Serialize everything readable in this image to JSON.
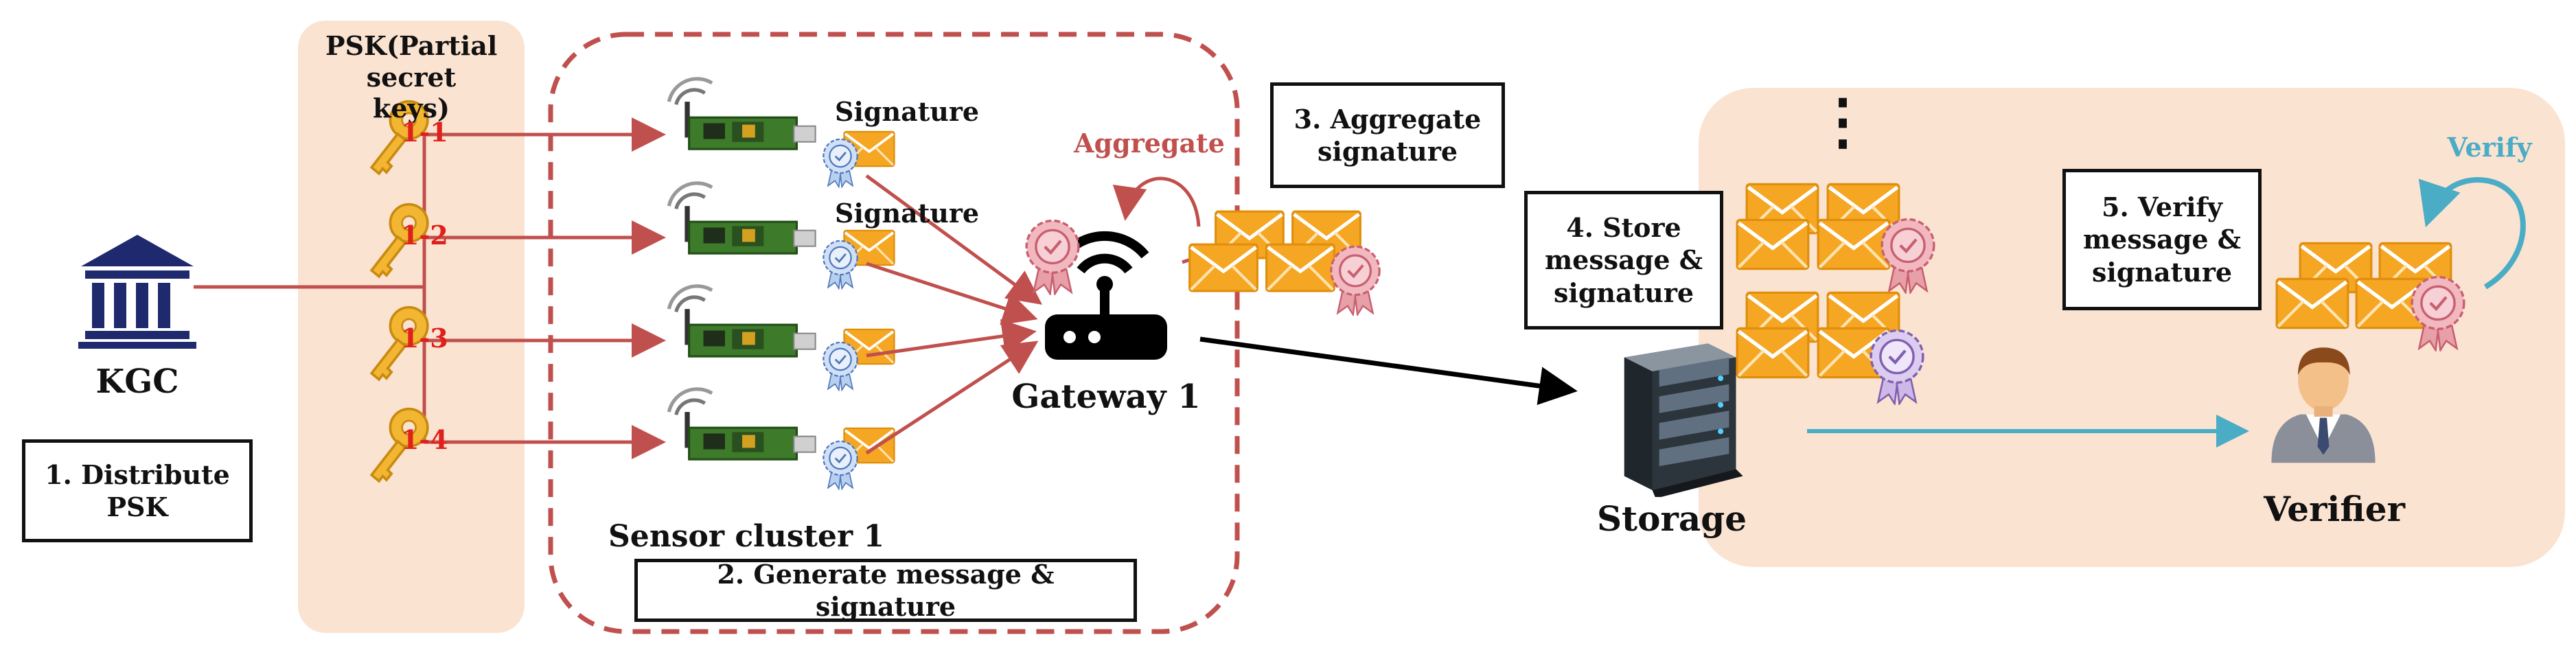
{
  "psk_panel": {
    "title": "PSK(Partial secret keys)"
  },
  "kgc": {
    "label": "KGC"
  },
  "steps": {
    "distribute": "1. Distribute PSK",
    "generate": "2. Generate message & signature",
    "aggregate": "3. Aggregate signature",
    "store": "4. Store message & signature",
    "verify": "5. Verify message & signature"
  },
  "keys": [
    "1-1",
    "1-2",
    "1-3",
    "1-4"
  ],
  "sensor_cluster": {
    "label": "Sensor cluster 1",
    "signature_labels": [
      "Signature",
      "Signature"
    ]
  },
  "gateway": {
    "label": "Gateway 1"
  },
  "aggregate_label": "Aggregate",
  "storage": {
    "label": "Storage",
    "ellipsis": "⋮"
  },
  "verifier": {
    "label": "Verifier",
    "verify_label": "Verify"
  },
  "colors": {
    "psk_panel": "#fbe3d2",
    "right_panel": "#fbe3d2",
    "arrow_red": "#c0504d",
    "arrow_blue": "#4bacc6",
    "dashed_border": "#c0504d",
    "envelope": "#f5a623",
    "key_gold": "#f2b632",
    "key_number": "#e0201a"
  }
}
